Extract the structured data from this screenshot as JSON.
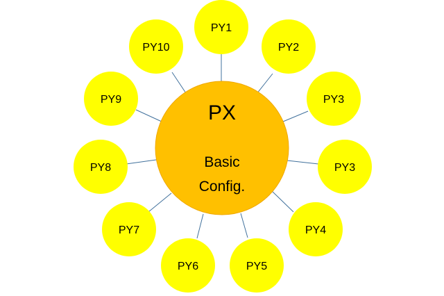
{
  "center": {
    "title": "PX",
    "subtitle_line1": "Basic",
    "subtitle_line2": "Config."
  },
  "satellites": [
    {
      "label": "PY1"
    },
    {
      "label": "PY2"
    },
    {
      "label": "PY3"
    },
    {
      "label": "PY3"
    },
    {
      "label": "PY4"
    },
    {
      "label": "PY5"
    },
    {
      "label": "PY6"
    },
    {
      "label": "PY7"
    },
    {
      "label": "PY8"
    },
    {
      "label": "PY9"
    },
    {
      "label": "PY10"
    }
  ],
  "colors": {
    "center_fill": "#ffc000",
    "satellite_fill": "#ffff00",
    "connector": "#41719c"
  }
}
